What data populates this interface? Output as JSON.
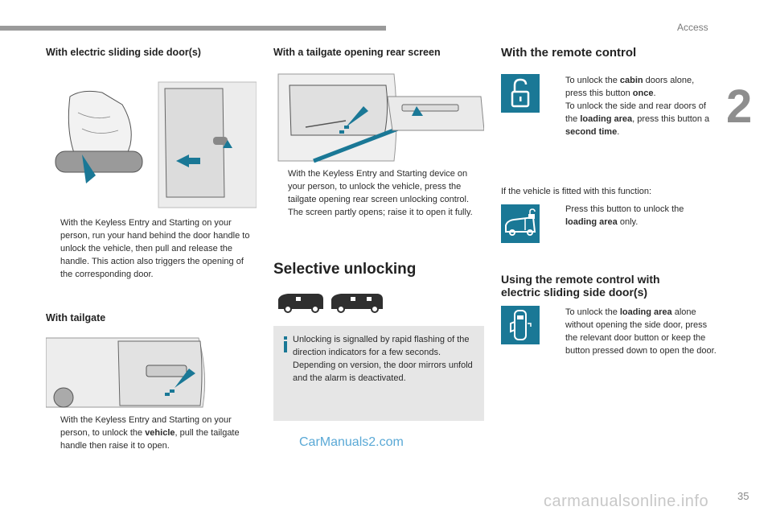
{
  "header": {
    "section": "Access",
    "chapter_number": "2"
  },
  "col1": {
    "heading_sliding": "With electric sliding side door(s)",
    "bullet": "",
    "para_sliding": "With the Keyless Entry and Starting on your person, run your hand behind the door handle to unlock the vehicle, then pull and release the handle. This action also triggers the opening of the corresponding door.",
    "heading_tailgate": "With tailgate",
    "para_tailgate_1": "With the Keyless Entry and Starting on your person, to unlock the ",
    "para_tailgate_bold": "vehicle",
    "para_tailgate_2": ", pull the tailgate handle then raise it to open."
  },
  "col2": {
    "heading_rear_screen": "With a tailgate opening rear screen",
    "para_rear_screen": "With the Keyless Entry and Starting device on your person, to unlock the vehicle, press the tailgate opening rear screen unlocking control. The screen partly opens; raise it to open it fully.",
    "heading_selective": "Selective unlocking",
    "info_text": "Unlocking is signalled by rapid flashing of the direction indicators for a few seconds. Depending on version, the door mirrors unfold and the alarm is deactivated."
  },
  "col3": {
    "heading_remote": "With the remote control",
    "item1_a": "To unlock the ",
    "item1_bold1": "cabin",
    "item1_b": " doors alone, press this button ",
    "item1_bold2": "once",
    "item1_c": ".",
    "item2_a": "To unlock the side and rear doors of the ",
    "item2_bold1": "loading area",
    "item2_b": ", press this button a ",
    "item2_bold2": "second time",
    "item2_c": ".",
    "fitted_text": "If the vehicle is fitted with this function:",
    "item3_a": "Press this button to unlock the ",
    "item3_bold": "loading area",
    "item3_b": " only.",
    "heading_remote_sliding_1": "Using the remote control with",
    "heading_remote_sliding_2": "electric sliding side door(s)",
    "item4_a": "To unlock the ",
    "item4_bold": "loading area",
    "item4_b": " alone without opening the side door, press the relevant door button or keep the button pressed down to open the door."
  },
  "footer": {
    "logo_text": "CarManuals2.com",
    "site_text": "carmanualsonline.info",
    "page_number": "35"
  },
  "colors": {
    "icon_tile": "#1a7896",
    "arrow": "#1a7896",
    "info_bg": "#e6e6e6"
  }
}
